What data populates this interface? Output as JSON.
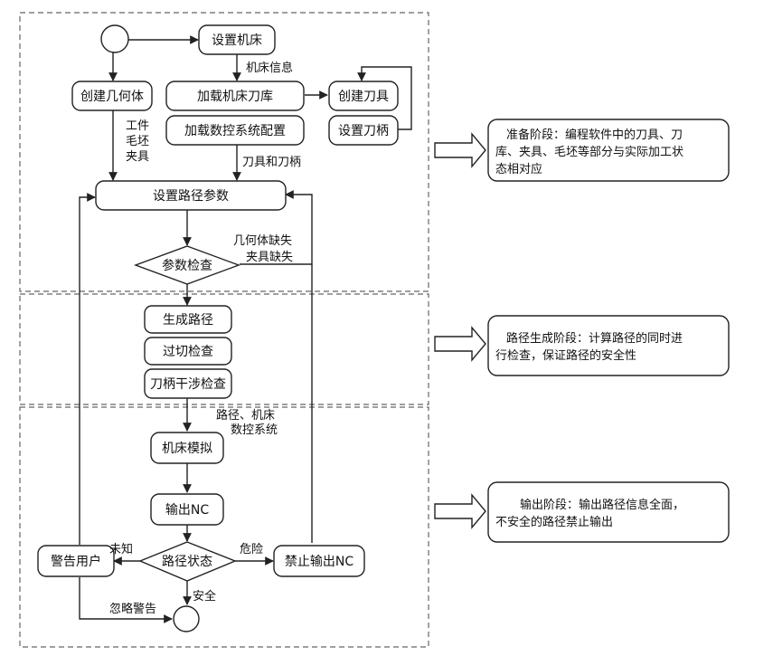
{
  "diagram": {
    "nodes": {
      "setup_machine": "设置机床",
      "create_geometry": "创建几何体",
      "load_tool_library": "加载机床刀库",
      "load_nc_config": "加载数控系统配置",
      "create_tool": "创建刀具",
      "set_holder": "设置刀柄",
      "set_path_params": "设置路径参数",
      "param_check": "参数检查",
      "generate_path": "生成路径",
      "overcut_check": "过切检查",
      "holder_interference_check": "刀柄干涉检查",
      "machine_sim": "机床模拟",
      "output_nc": "输出NC",
      "path_status": "路径状态",
      "warn_user": "警告用户",
      "forbid_output_nc": "禁止输出NC"
    },
    "edge_labels": {
      "machine_info": "机床信息",
      "workpiece": "工件",
      "blank": "毛坯",
      "fixture": "夹具",
      "tool_and_holder": "刀具和刀柄",
      "geometry_missing": "几何体缺失",
      "fixture_missing": "夹具缺失",
      "path_machine_line1": "路径、机床",
      "path_machine_line2": "数控系统",
      "unknown": "未知",
      "danger": "危险",
      "safe": "安全",
      "ignore_warning": "忽略警告"
    },
    "stages": {
      "prep_line1": "准备阶段：编程软件中的刀具、刀",
      "prep_line2": "库、夹具、毛坯等部分与实际加工状",
      "prep_line3": "态相对应",
      "gen_line1": "路径生成阶段：计算路径的同时进",
      "gen_line2": "行检查，保证路径的安全性",
      "out_line1": "输出阶段：输出路径信息全面，",
      "out_line2": "不安全的路径禁止输出"
    }
  }
}
